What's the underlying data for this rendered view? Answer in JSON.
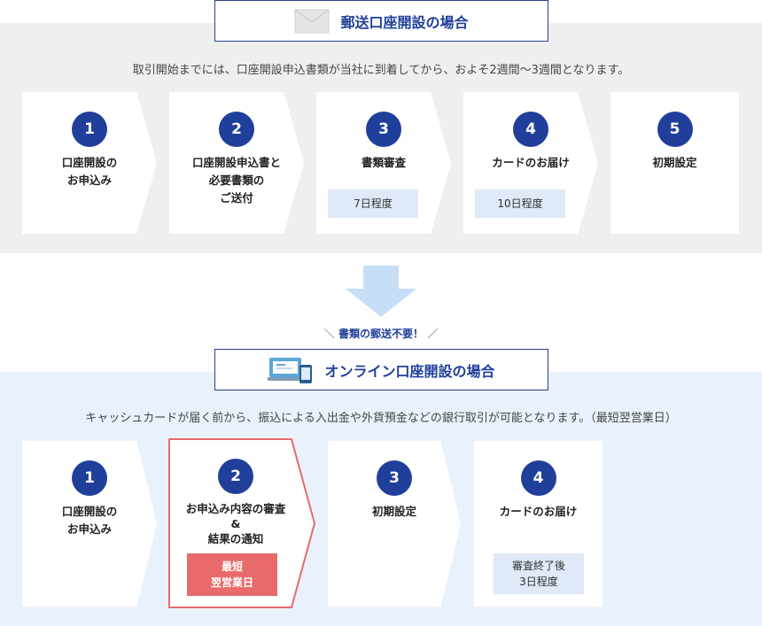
{
  "mail": {
    "title": "郵送口座開設の場合",
    "icon": "envelope-icon",
    "description": "取引開始までには、口座開設申込書類が当社に到着してから、およそ2週間〜3週間となります。",
    "steps": [
      {
        "number": "1",
        "label": "口座開設の\nお申込み"
      },
      {
        "number": "2",
        "label": "口座開設申込書と\n必要書類の\nご送付"
      },
      {
        "number": "3",
        "label": "書類審査",
        "tag": "7日程度"
      },
      {
        "number": "4",
        "label": "カードのお届け",
        "tag": "10日程度"
      },
      {
        "number": "5",
        "label": "初期設定"
      }
    ]
  },
  "transition_note": "書類の郵送不要！",
  "online": {
    "title": "オンライン口座開設の場合",
    "icon": "laptop-smartphone-icon",
    "description": "キャッシュカードが届く前から、振込による入出金や外貨預金などの銀行取引が可能となります。（最短翌営業日）",
    "steps": [
      {
        "number": "1",
        "label": "口座開設の\nお申込み"
      },
      {
        "number": "2",
        "label": "お申込み内容の審査\n&\n結果の通知",
        "tag": "最短\n翌営業日"
      },
      {
        "number": "3",
        "label": "初期設定"
      },
      {
        "number": "4",
        "label": "カードのお届け",
        "tag": "審査終了後\n3日程度"
      }
    ]
  },
  "colors": {
    "navy": "#1f3f9a",
    "highlight": "#e86a6a",
    "arrow": "#c7def7"
  }
}
